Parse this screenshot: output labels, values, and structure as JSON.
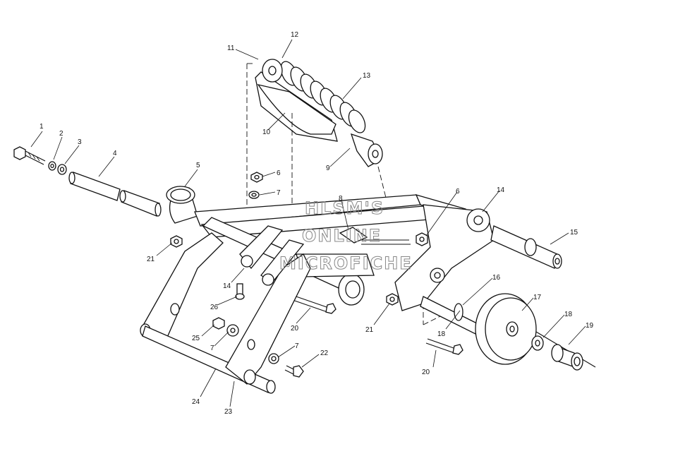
{
  "watermark": {
    "line1": "HLSM'S",
    "line2": "ONLINE",
    "line3": "MICROFICHE"
  },
  "callouts": [
    {
      "id": "c1",
      "label": "1"
    },
    {
      "id": "c2",
      "label": "2"
    },
    {
      "id": "c3",
      "label": "3"
    },
    {
      "id": "c4",
      "label": "4"
    },
    {
      "id": "c5",
      "label": "5"
    },
    {
      "id": "c6a",
      "label": "6"
    },
    {
      "id": "c6b",
      "label": "6"
    },
    {
      "id": "c7a",
      "label": "7"
    },
    {
      "id": "c7b",
      "label": "7"
    },
    {
      "id": "c7c",
      "label": "7"
    },
    {
      "id": "c8",
      "label": "8"
    },
    {
      "id": "c9",
      "label": "9"
    },
    {
      "id": "c10",
      "label": "10"
    },
    {
      "id": "c11",
      "label": "11"
    },
    {
      "id": "c12",
      "label": "12"
    },
    {
      "id": "c13",
      "label": "13"
    },
    {
      "id": "c14a",
      "label": "14"
    },
    {
      "id": "c14b",
      "label": "14"
    },
    {
      "id": "c15",
      "label": "15"
    },
    {
      "id": "c16",
      "label": "16"
    },
    {
      "id": "c17",
      "label": "17"
    },
    {
      "id": "c18a",
      "label": "18"
    },
    {
      "id": "c18b",
      "label": "18"
    },
    {
      "id": "c19",
      "label": "19"
    },
    {
      "id": "c20a",
      "label": "20"
    },
    {
      "id": "c20b",
      "label": "20"
    },
    {
      "id": "c21a",
      "label": "21"
    },
    {
      "id": "c21b",
      "label": "21"
    },
    {
      "id": "c22",
      "label": "22"
    },
    {
      "id": "c23",
      "label": "23"
    },
    {
      "id": "c24",
      "label": "24"
    },
    {
      "id": "c25",
      "label": "25"
    },
    {
      "id": "c26",
      "label": "26"
    }
  ]
}
